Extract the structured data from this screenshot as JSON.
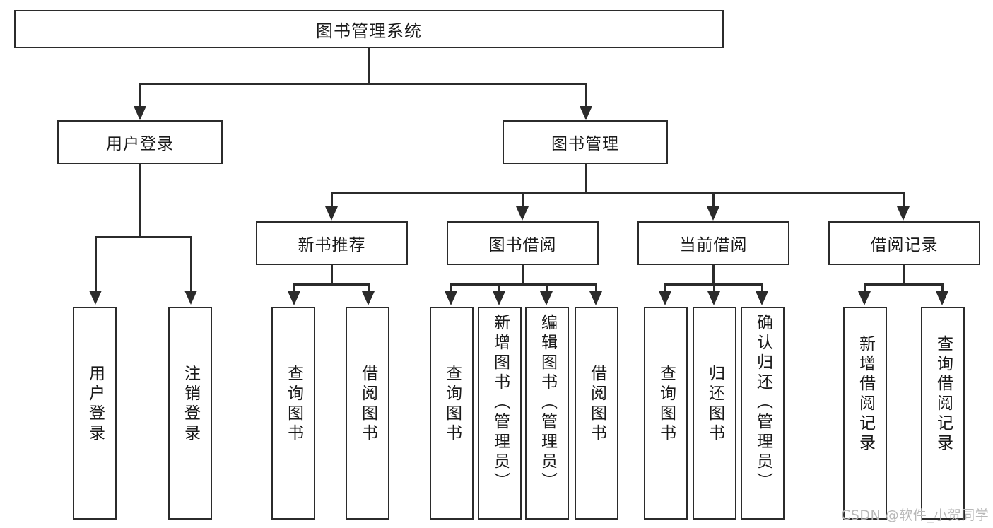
{
  "diagram": {
    "type": "tree",
    "title": "图书管理系统",
    "root": {
      "label": "图书管理系统"
    },
    "level2": [
      {
        "label": "用户登录"
      },
      {
        "label": "图书管理"
      }
    ],
    "level3": [
      {
        "label": "新书推荐"
      },
      {
        "label": "图书借阅"
      },
      {
        "label": "当前借阅"
      },
      {
        "label": "借阅记录"
      }
    ],
    "leaves": {
      "user_login": [
        {
          "label": "用户登录"
        },
        {
          "label": "注销登录"
        }
      ],
      "new_book_recommend": [
        {
          "label": "查询图书"
        },
        {
          "label": "借阅图书"
        }
      ],
      "book_borrow": [
        {
          "label": "查询图书"
        },
        {
          "label": "新增图书（管理员）"
        },
        {
          "label": "编辑图书（管理员）"
        },
        {
          "label": "借阅图书"
        }
      ],
      "current_borrow": [
        {
          "label": "查询图书"
        },
        {
          "label": "归还图书"
        },
        {
          "label": "确认归还（管理员）"
        }
      ],
      "borrow_record": [
        {
          "label": "新增借阅记录"
        },
        {
          "label": "查询借阅记录"
        }
      ]
    }
  },
  "watermark": {
    "text": "CSDN @软件_小贺同学"
  },
  "colors": {
    "stroke": "#2b2b2b",
    "background": "#ffffff",
    "text": "#1a1a1a",
    "watermark": "#b8b8b8"
  }
}
